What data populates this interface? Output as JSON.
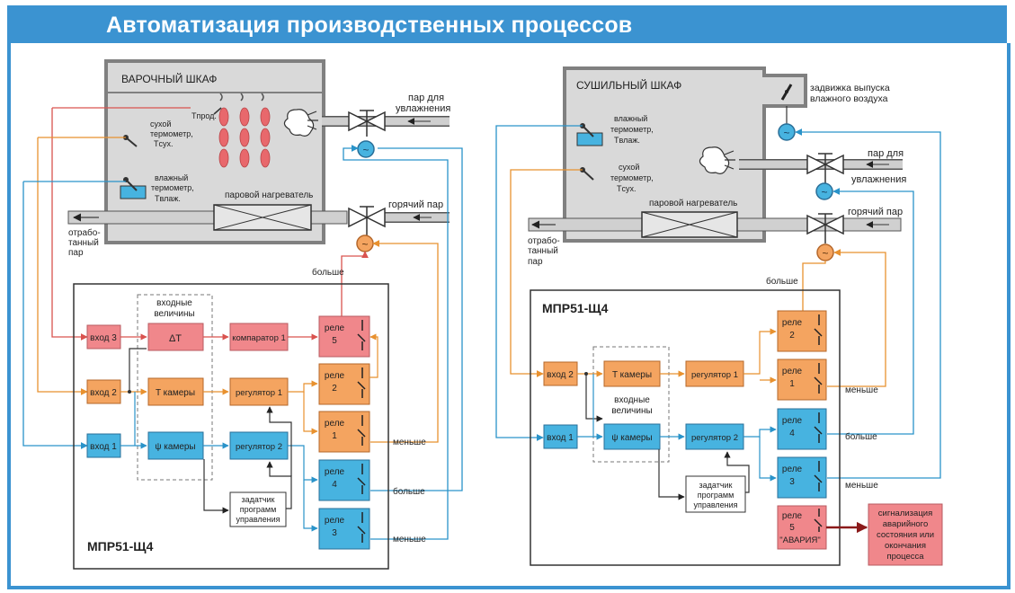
{
  "title": "Автоматизация  производственных процессов",
  "left": {
    "cabinet_title": "ВАРОЧНЫЙ ШКАФ",
    "t_prod": "Tпрод.",
    "dry_thermo": [
      "сухой",
      "термометр,",
      "Tсух."
    ],
    "wet_thermo": [
      "влажный",
      "термометр,",
      "Tвлаж."
    ],
    "heater": "паровой нагреватель",
    "steam_humid": [
      "пар для",
      "увлажнения"
    ],
    "hot_steam": "горячий пар",
    "exhaust": [
      "отрабо-",
      "танный",
      "пар"
    ],
    "more_top": "больше",
    "inputs_title": [
      "входные",
      "величины"
    ],
    "in3": "вход 3",
    "in2": "вход 2",
    "in1": "вход 1",
    "dt": "ΔT",
    "tcam": "T камеры",
    "psi": "ψ камеры",
    "comparator": "компаратор 1",
    "reg1": "регулятор 1",
    "reg2": "регулятор 2",
    "relay": "реле",
    "r5": "5",
    "r2": "2",
    "r1": "1",
    "r4": "4",
    "r3": "3",
    "less1": "меньше",
    "more2": "больше",
    "less2": "меньше",
    "setter": [
      "задатчик",
      "программ",
      "управления"
    ],
    "device": "МПР51-Щ4"
  },
  "right": {
    "cabinet_title": "СУШИЛЬНЫЙ ШКАФ",
    "damper": [
      "задвижка выпуска",
      "влажного воздуха"
    ],
    "wet_thermo": [
      "влажный",
      "термометр,",
      "Tвлаж."
    ],
    "dry_thermo": [
      "сухой",
      "термометр,",
      "Tсух."
    ],
    "heater": "паровой нагреватель",
    "steam_humid": [
      "пар для",
      "увлажнения"
    ],
    "hot_steam": "горячий пар",
    "exhaust": [
      "отрабо-",
      "танный",
      "пар"
    ],
    "more_top": "больше",
    "device": "МПР51-Щ4",
    "in2": "вход 2",
    "in1": "вход 1",
    "tcam": "T камеры",
    "psi": "ψ камеры",
    "inputs_title": [
      "входные",
      "величины"
    ],
    "reg1": "регулятор 1",
    "reg2": "регулятор 2",
    "relay": "реле",
    "r2": "2",
    "r1": "1",
    "r4": "4",
    "r3": "3",
    "r5": "5",
    "alarm_label": "\"АВАРИЯ\"",
    "less1": "меньше",
    "more2": "больше",
    "less2": "меньше",
    "setter": [
      "задатчик",
      "программ",
      "управления"
    ],
    "alarm": [
      "сигнализация",
      "аварийного",
      "состояния или",
      "окончания",
      "процесса"
    ]
  },
  "colors": {
    "title_bg": "#3b93d1",
    "red_block": "#f0878b",
    "orange_block": "#f4a460",
    "blue_block": "#47b3e0",
    "cabinet": "#d9d9d9",
    "wire_red": "#d9534f",
    "wire_orange": "#e8912f",
    "wire_blue": "#2a93c9"
  }
}
